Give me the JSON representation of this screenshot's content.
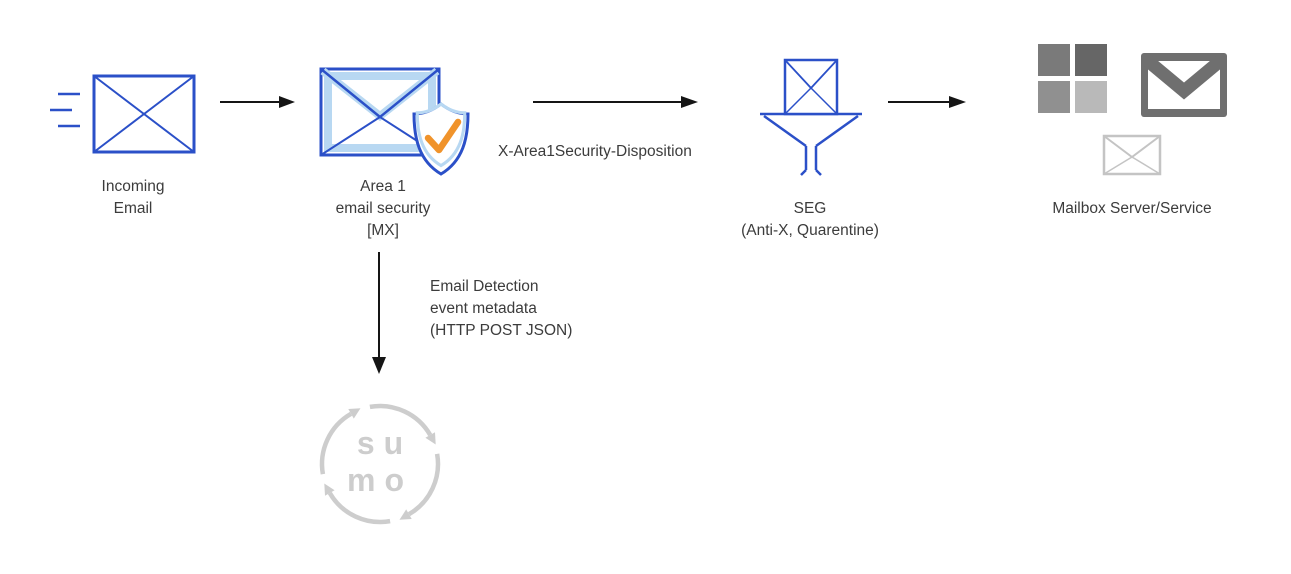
{
  "nodes": {
    "incoming_email": {
      "label": "Incoming\nEmail"
    },
    "area1": {
      "label": "Area 1\nemail security\n[MX]"
    },
    "seg": {
      "label": "SEG\n(Anti-X, Quarentine)"
    },
    "mailbox": {
      "label": "Mailbox Server/Service"
    },
    "sumo_logo": {
      "text": "su\nmo"
    }
  },
  "edges": {
    "area1_to_seg": {
      "label": "X-Area1Security-Disposition"
    },
    "area1_to_sumo": {
      "label": "Email Detection\nevent metadata\n(HTTP POST JSON)"
    }
  },
  "colors": {
    "blue": "#2b50c8",
    "light_blue": "#b8d8f2",
    "orange": "#f0932b",
    "black": "#151515",
    "text": "#3c3c3c",
    "gray_light": "#cdcdcd",
    "gray_mid": "#c4c4c4",
    "gmail_gray": "#6f6f6f",
    "ms_q1": "#7a7a7a",
    "ms_q2": "#666666",
    "ms_q3": "#909090",
    "ms_q4": "#b9b9b9"
  }
}
